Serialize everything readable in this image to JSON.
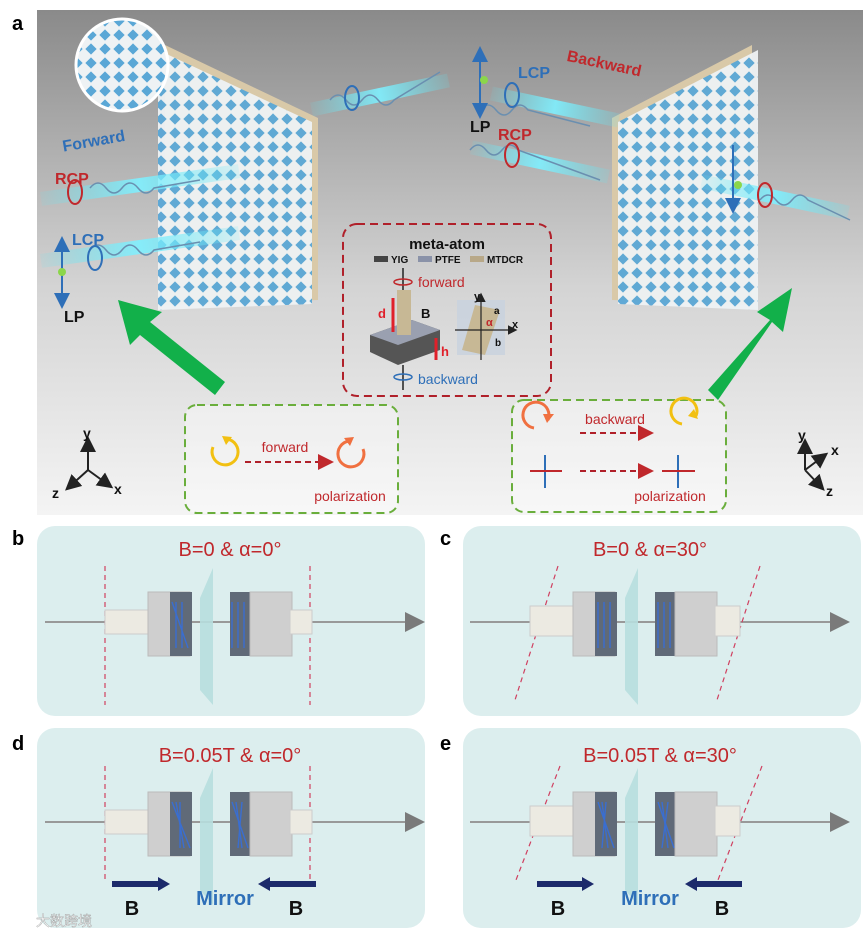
{
  "panel_labels": {
    "a": "a",
    "b": "b",
    "c": "c",
    "d": "d",
    "e": "e"
  },
  "panel_a": {
    "forward_label": "Forward",
    "backward_label": "Backward",
    "rcp": "RCP",
    "lcp": "LCP",
    "lp": "LP",
    "meta_atom": {
      "title": "meta-atom",
      "legend": [
        "YIG",
        "PTFE",
        "MTDCR"
      ],
      "forward": "forward",
      "backward": "backward",
      "d": "d",
      "h": "h",
      "B": "B",
      "x": "x",
      "y": "y",
      "a": "a",
      "b": "b",
      "alpha": "α"
    },
    "left_box": {
      "arrow_label": "forward",
      "sub_label": "polarization"
    },
    "right_box": {
      "arrow_label": "backward",
      "sub_label": "polarization"
    },
    "axes_left": {
      "x": "x",
      "y": "y",
      "z": "z"
    },
    "axes_right": {
      "x": "x",
      "y": "y",
      "z": "z"
    }
  },
  "panel_b": {
    "title": "B=0 & α=0°"
  },
  "panel_c": {
    "title": "B=0 & α=30°"
  },
  "panel_d": {
    "title": "B=0.05T & α=0°",
    "b_left": "B",
    "b_right": "B",
    "mirror": "Mirror"
  },
  "panel_e": {
    "title": "B=0.05T & α=30°",
    "b_left": "B",
    "b_right": "B",
    "mirror": "Mirror"
  },
  "watermark": "大数跨境",
  "colors": {
    "red_text": "#c0282c",
    "blue_text": "#2e6fb8",
    "green_arrow": "#12b04a",
    "panel_bg": "#dceeee",
    "navy_arrow": "#1c2a6b",
    "dashed_green": "#6aae3c",
    "dashed_red": "#b0202a"
  }
}
